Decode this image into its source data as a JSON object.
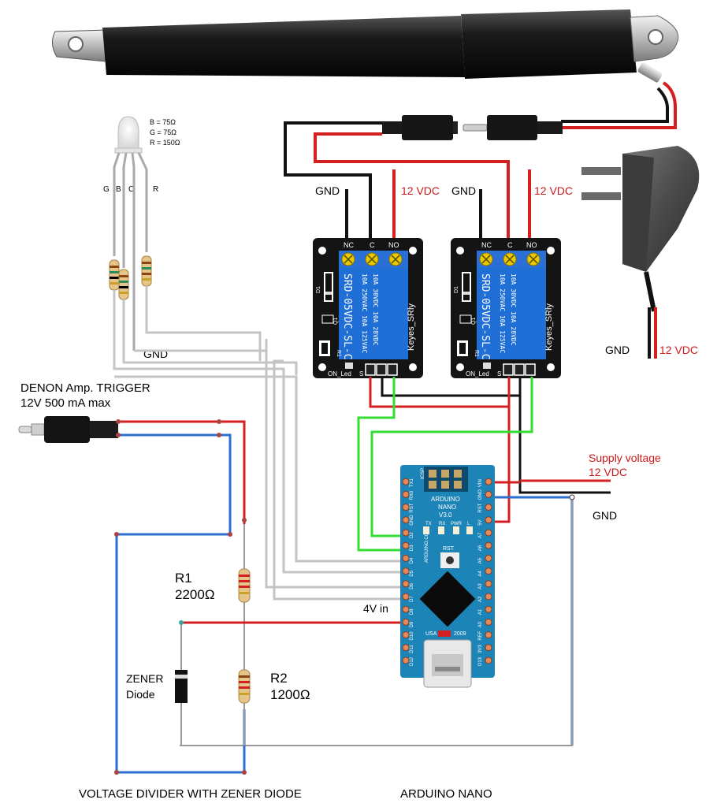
{
  "led": {
    "resistor_lines": [
      "B = 75Ω",
      "G = 75Ω",
      "R = 150Ω"
    ],
    "pin_labels": [
      "G",
      "B",
      "C",
      "R"
    ],
    "gnd_label": "GND"
  },
  "denon": {
    "title_line1": "DENON Amp. TRIGGER",
    "title_line2": "12V 500 mA max"
  },
  "relays": [
    {
      "gnd_label": "GND",
      "vdc_label": "12 VDC",
      "terminals": [
        "NC",
        "C",
        "NO"
      ],
      "model": "SRD-05VDC-SL-C",
      "ratings_line1": "10A 250VAC  10A 125VAC",
      "ratings_line2": "10A  30VDC  10A  28VDC",
      "brand": "Keyes_SRly",
      "diode_label": "D1",
      "transistor_label": "Q1",
      "resistor_label": "R1",
      "bottom_label": "ON_Led",
      "signal_label": "S"
    },
    {
      "gnd_label": "GND",
      "vdc_label": "12 VDC",
      "terminals": [
        "NC",
        "C",
        "NO"
      ],
      "model": "SRD-05VDC-SL-C",
      "ratings_line1": "10A 250VAC  10A 125VAC",
      "ratings_line2": "10A  30VDC  10A  28VDC",
      "brand": "Keyes_SRly",
      "diode_label": "D1",
      "transistor_label": "Q1",
      "resistor_label": "R1",
      "bottom_label": "ON_Led",
      "signal_label": "S"
    }
  ],
  "power_adapter": {
    "gnd_label": "GND",
    "vdc_label": "12 VDC"
  },
  "supply": {
    "line1": "Supply voltage",
    "line2": "12 VDC",
    "gnd_label": "GND"
  },
  "arduino": {
    "icsp": "ICSP",
    "name_line1": "ARDUINO",
    "name_line2": "NANO",
    "name_line3": "V3.0",
    "tx": "TX",
    "rx": "RX",
    "pwr": "PWR",
    "l": "L",
    "rst": "RST",
    "side_text": "ARDUINO.CC",
    "usa": "USA",
    "year": "2009",
    "left_pins": [
      "D12",
      "D11",
      "D10",
      "D9",
      "D8",
      "D7",
      "D6",
      "D5",
      "D4",
      "D3",
      "D2",
      "GND",
      "RST",
      "RX0",
      "TX1"
    ],
    "right_pins": [
      "D13",
      "3V3",
      "REF",
      "A0",
      "A1",
      "A2",
      "A3",
      "A4",
      "A5",
      "A6",
      "A7",
      "5V",
      "RST",
      "GND",
      "VIN"
    ],
    "input_label": "4V in"
  },
  "divider": {
    "r1_name": "R1",
    "r1_value": "2200Ω",
    "r2_name": "R2",
    "r2_value": "1200Ω",
    "zener_line1": "ZENER",
    "zener_line2": "Diode",
    "caption": "VOLTAGE DIVIDER WITH ZENER DIODE"
  },
  "captions": {
    "arduino": "ARDUINO NANO"
  },
  "colors": {
    "wire_red": "#d42020",
    "wire_black": "#111111",
    "wire_blue": "#2d6fd0",
    "wire_green": "#33dd33",
    "wire_gray": "#b8b8b8",
    "relay_board": "#141414",
    "relay_blue": "#1f6fd6",
    "arduino_board": "#1d84b8",
    "label_red": "#cc1a1a"
  }
}
